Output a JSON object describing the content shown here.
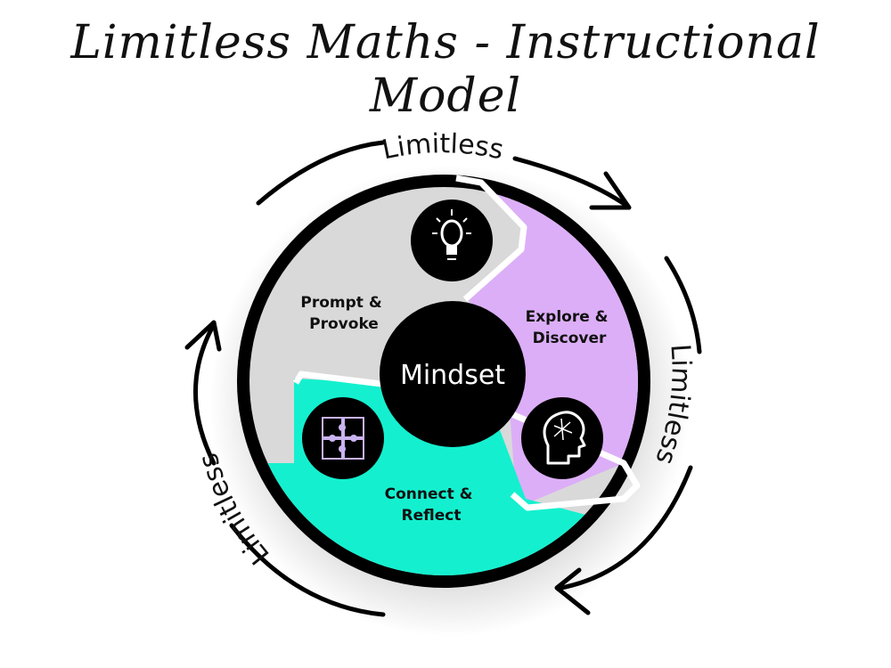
{
  "title": "Limitless Maths - Instructional Model",
  "center": {
    "label": "Mindset"
  },
  "segments": [
    {
      "line1": "Prompt &",
      "line2": "Provoke",
      "color": "#d9d9d9",
      "icon": "lightbulb-icon"
    },
    {
      "line1": "Explore &",
      "line2": "Discover",
      "color": "#dcaef7",
      "icon": "brain-network-head-icon"
    },
    {
      "line1": "Connect &",
      "line2": "Reflect",
      "color": "#14f0cf",
      "icon": "puzzle-pieces-icon"
    }
  ],
  "cycle_labels": [
    "Limitless",
    "Limitless",
    "Limitless"
  ],
  "colors": {
    "ring": "#000000",
    "center": "#000000",
    "text": "#111111"
  }
}
